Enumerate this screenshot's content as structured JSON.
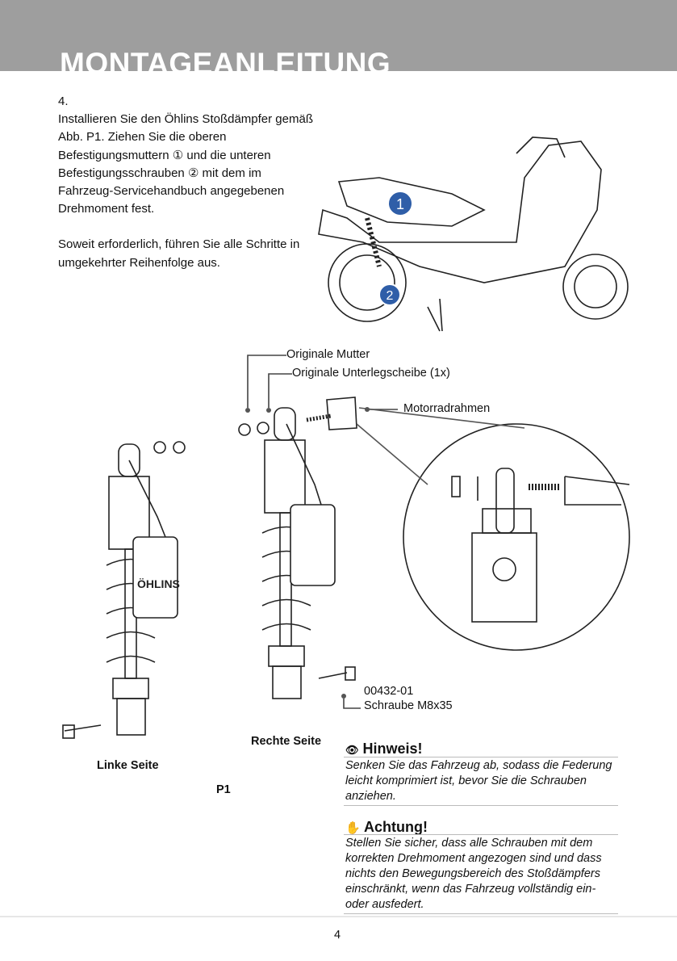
{
  "header": {
    "title": "MONTAGEANLEITUNG",
    "band_color": "#9e9e9e"
  },
  "step": {
    "number": "4.",
    "paragraph1": "Installieren Sie den Öhlins Stoßdämpfer gemäß Abb. P1. Ziehen Sie die oberen Befestigungsmuttern ① und die unteren Befestigungsschrauben ② mit dem im Fahrzeug-Servicehandbuch angegebenen Drehmoment fest.",
    "paragraph2": "Soweit erforderlich, führen Sie alle Schritte in umgekehrter Reihenfolge aus."
  },
  "scooter_markers": [
    "1",
    "2"
  ],
  "marker_color": "#2f5ea8",
  "labels": {
    "original_nut": "Originale Mutter",
    "original_washer": "Originale Unterlegscheibe (1x)",
    "frame": "Motorradrahmen",
    "part_number": "00432-01",
    "bolt": "Schraube M8x35",
    "right_side": "Rechte Seite",
    "left_side": "Linke Seite",
    "figure": "P1",
    "brand_mark": "ÖHLINS"
  },
  "notes": {
    "hint": {
      "icon": "eye-icon",
      "title": "Hinweis!",
      "text": "Senken Sie das Fahrzeug ab, sodass die Federung leicht komprimiert ist, bevor Sie die Schrauben anziehen."
    },
    "warning": {
      "icon": "hand-icon",
      "title": "Achtung!",
      "text": "Stellen Sie sicher, dass alle Schrauben mit dem korrekten Drehmoment angezogen sind und dass nichts den Bewegungsbereich des Stoßdämpfers einschränkt, wenn das Fahrzeug vollständig ein- oder ausfedert."
    }
  },
  "footer": {
    "page_number": "4"
  }
}
